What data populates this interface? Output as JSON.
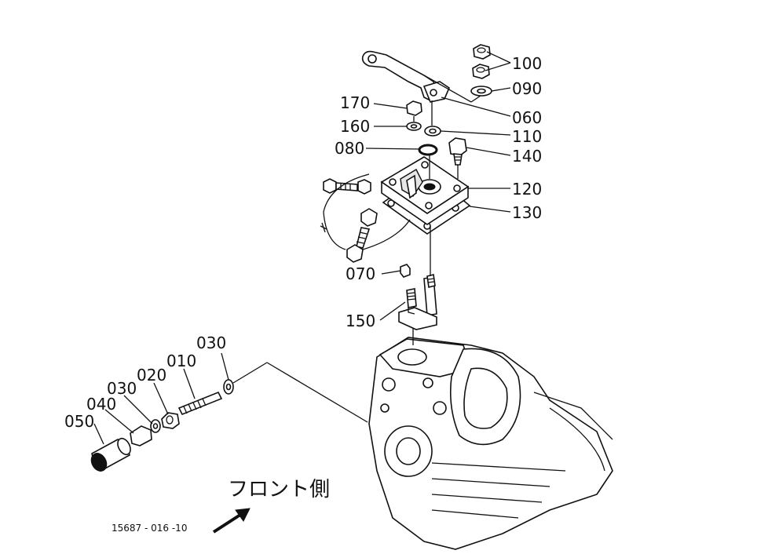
{
  "callouts": {
    "c100": "100",
    "c090": "090",
    "c060": "060",
    "c170": "170",
    "c160": "160",
    "c110": "110",
    "c080": "080",
    "c140": "140",
    "c120": "120",
    "c130": "130",
    "c070": "070",
    "c150": "150",
    "c030a": "030",
    "c010": "010",
    "c020": "020",
    "c030b": "030",
    "c040": "040",
    "c050": "050"
  },
  "caption": "フロント側",
  "drawing_number": "15687 - 016 -10",
  "colors": {
    "line": "#111111",
    "background": "#ffffff"
  }
}
